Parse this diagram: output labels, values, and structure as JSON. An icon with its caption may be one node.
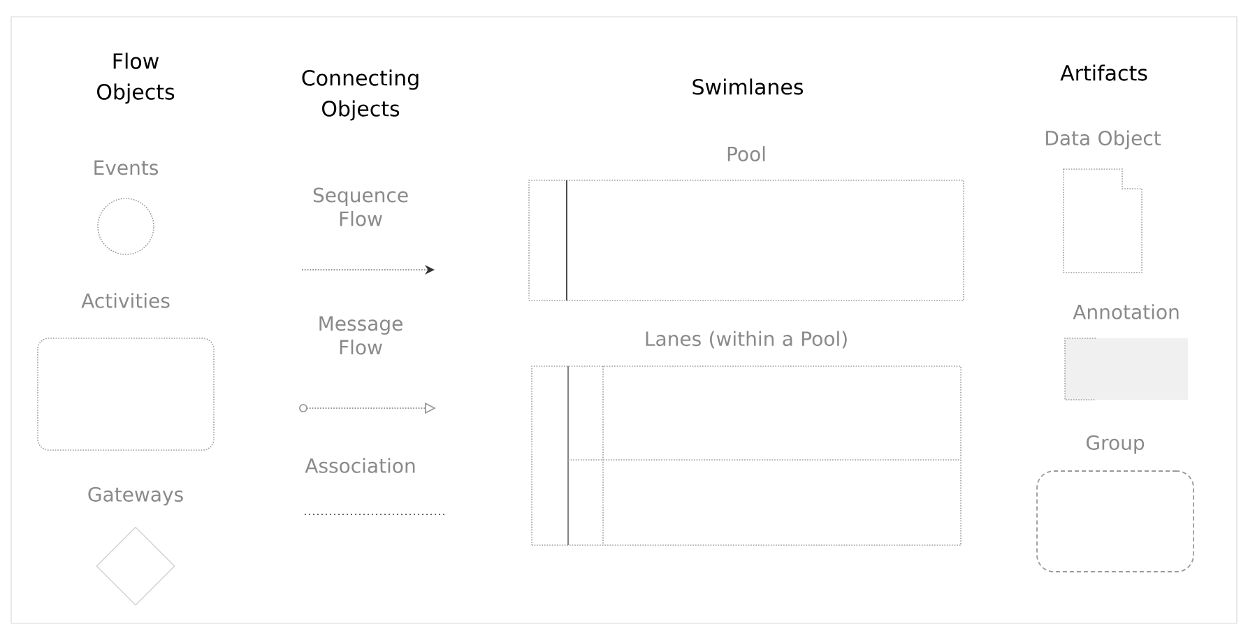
{
  "diagram": {
    "nodes": [
      {
        "text": [
          "Events"
        ]
      },
      {
        "text": [
          "Activities"
        ]
      },
      {
        "text": [
          "Gateways"
        ]
      },
      {
        "text": [
          "Pool"
        ]
      },
      {
        "text": [
          "Lanes (within a Pool)"
        ]
      },
      {
        "text": [
          "Data Object"
        ]
      },
      {
        "text": [
          "Annotation"
        ]
      },
      {
        "text": [
          "Group"
        ]
      }
    ],
    "labels": [
      "Flow Objects",
      "Connecting Objects",
      "Swimlanes",
      "Artifacts",
      "Sequence Flow",
      "Message Flow",
      "Association"
    ]
  }
}
